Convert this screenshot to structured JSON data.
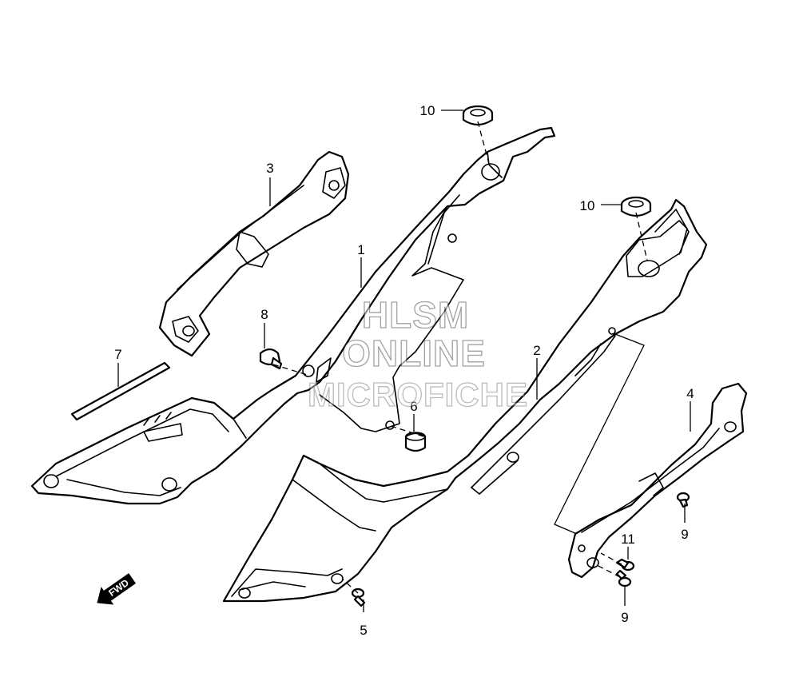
{
  "callouts": {
    "c1": "1",
    "c2": "2",
    "c3": "3",
    "c4": "4",
    "c5": "5",
    "c6": "6",
    "c7": "7",
    "c8": "8",
    "c9a": "9",
    "c9b": "9",
    "c10a": "10",
    "c10b": "10",
    "c11": "11"
  },
  "fwd_label": "FWD",
  "watermark": {
    "line1": "HLSM",
    "line2": "ONLINE",
    "line3": "MICROFICHE"
  }
}
